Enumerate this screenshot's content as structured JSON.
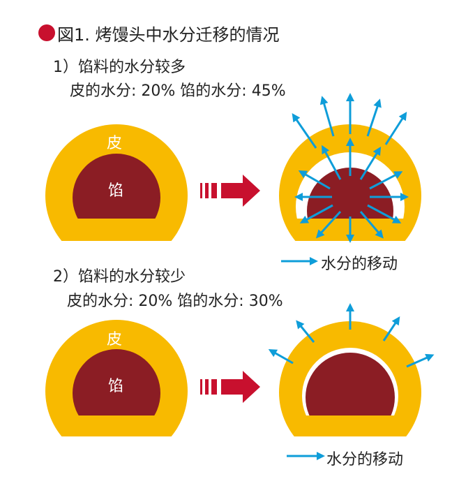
{
  "title": "図1. 烤馒头中水分迁移的情况",
  "case1": {
    "heading": "1）馅料的水分较多",
    "moisture": "皮的水分: 20% 馅的水分: 45%",
    "skin_label": "皮",
    "filling_label": "馅",
    "legend": "水分的移动"
  },
  "case2": {
    "heading": "2）馅料的水分较少",
    "moisture": "皮的水分: 20% 馅的水分: 30%",
    "skin_label": "皮",
    "filling_label": "馅",
    "legend": "水分的移动"
  },
  "colors": {
    "skin": "#F8BA00",
    "filling": "#8B1D24",
    "arrow": "#C8102E",
    "moisture": "#0E9DD9",
    "bullet": "#C8102E"
  }
}
